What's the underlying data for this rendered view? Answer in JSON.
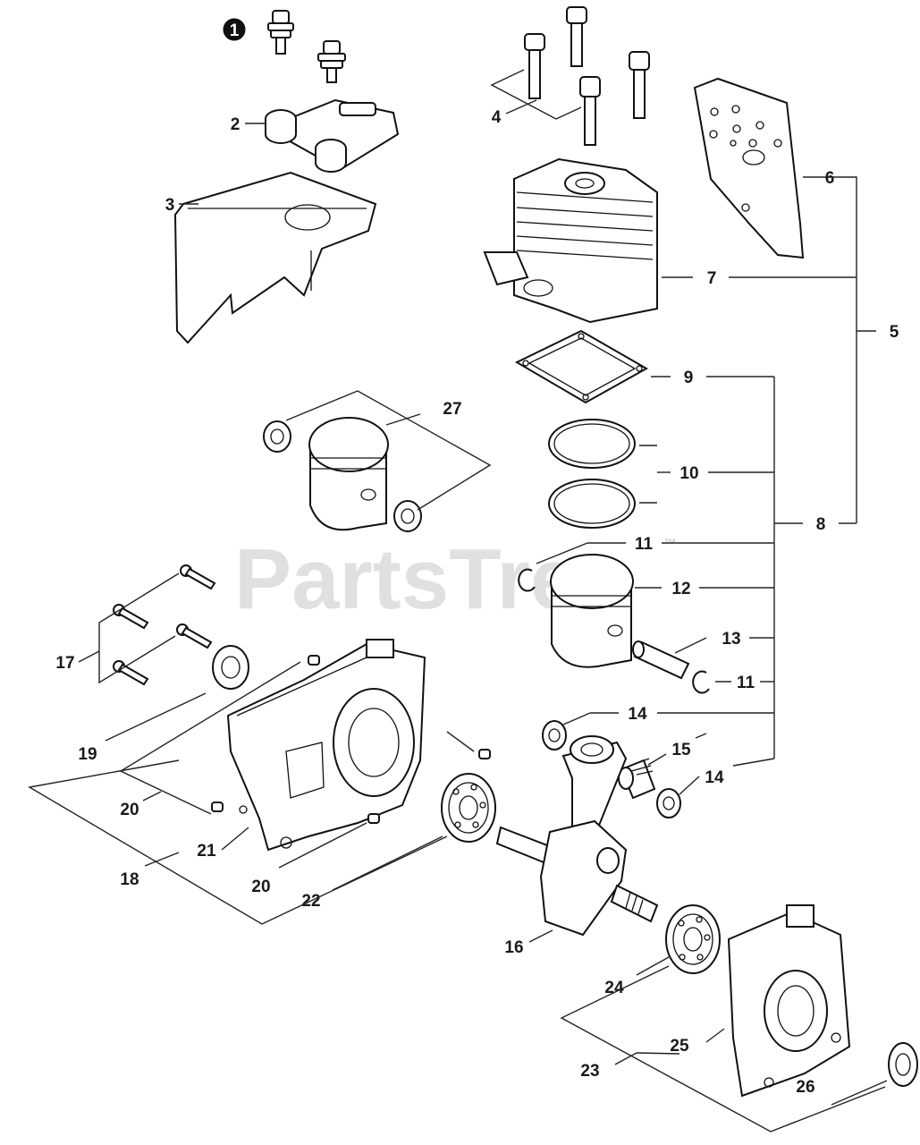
{
  "watermark": {
    "text": "PartsTree",
    "trademark": "™"
  },
  "callouts": {
    "c1": "1",
    "c2": "2",
    "c3": "3",
    "c4": "4",
    "c5": "5",
    "c6": "6",
    "c7": "7",
    "c8": "8",
    "c9": "9",
    "c10": "10",
    "c11a": "11",
    "c11b": "11",
    "c12": "12",
    "c13": "13",
    "c14a": "14",
    "c14b": "14",
    "c15": "15",
    "c16": "16",
    "c17": "17",
    "c18": "18",
    "c19": "19",
    "c20a": "20",
    "c20b": "20",
    "c21": "21",
    "c22": "22",
    "c23": "23",
    "c24": "24",
    "c25": "25",
    "c26": "26",
    "c27": "27"
  },
  "colors": {
    "line": "#111111",
    "background": "#ffffff",
    "watermark": "#c8c8c8"
  }
}
